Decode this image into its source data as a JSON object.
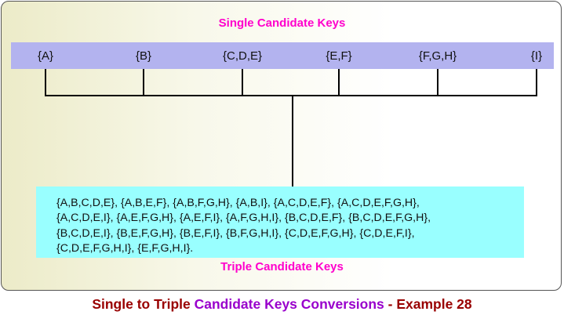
{
  "single_title": "Single Candidate Keys",
  "single_keys": [
    "{A}",
    "{B}",
    "{C,D,E}",
    "{E,F}",
    "{F,G,H}",
    "{I}"
  ],
  "triple_lines": [
    "{A,B,C,D,E}, {A,B,E,F}, {A,B,F,G,H}, {A,B,I}, {A,C,D,E,F}, {A,C,D,E,F,G,H},",
    "{A,C,D,E,I}, {A,E,F,G,H}, {A,E,F,I}, {A,F,G,H,I}, {B,C,D,E,F}, {B,C,D,E,F,G,H},",
    "{B,C,D,E,I}, {B,E,F,G,H}, {B,E,F,I}, {B,F,G,H,I}, {C,D,E,F,G,H}, {C,D,E,F,I},",
    "{C,D,E,F,G,H,I}, {E,F,G,H,I}."
  ],
  "triple_title": "Triple Candidate Keys",
  "caption": {
    "part1": "Single to Triple ",
    "part2": "Candidate Keys Conversions",
    "part3": " - Example 28"
  },
  "colors": {
    "title_magenta": "#ff00cc",
    "single_bar": "#b3b3ef",
    "triple_box": "#99ffff",
    "caption_red": "#990000",
    "caption_purple": "#9900cc"
  }
}
